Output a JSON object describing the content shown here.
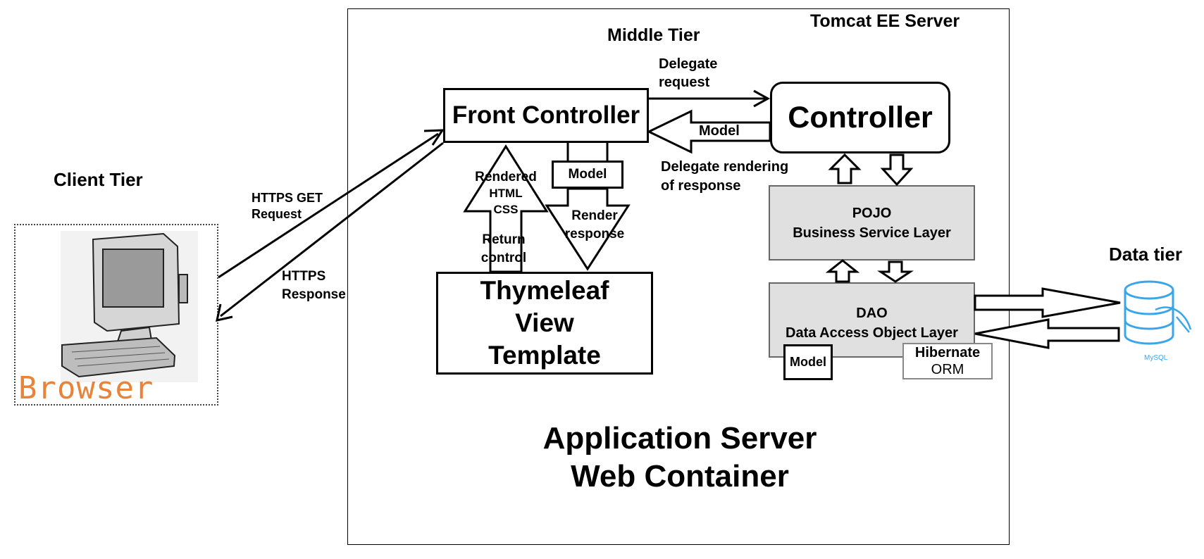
{
  "server": {
    "title": "Tomcat EE Server",
    "middle_tier_label": "Middle Tier",
    "bottom_line1": "Application Server",
    "bottom_line2": "Web Container"
  },
  "client": {
    "tier_label": "Client Tier",
    "browser_label": "Browser"
  },
  "data_tier": {
    "label": "Data tier",
    "db_label": "MySQL"
  },
  "front_controller": {
    "label": "Front Controller"
  },
  "controller": {
    "label": "Controller"
  },
  "thymeleaf": {
    "line1": "Thymeleaf",
    "line2": "View",
    "line3": "Template"
  },
  "pojo": {
    "line1": "POJO",
    "line2": "Business Service Layer"
  },
  "dao": {
    "line1": "DAO",
    "line2": "Data Access Object Layer"
  },
  "hibernate": {
    "line1": "Hibernate",
    "line2": "ORM"
  },
  "model_labels": {
    "controller_to_front": "Model",
    "front_to_view": "Model",
    "dao_model": "Model"
  },
  "arrows": {
    "https_get_line1": "HTTPS GET",
    "https_get_line2": "Request",
    "https_resp_line1": "HTTPS",
    "https_resp_line2": "Response",
    "delegate_request_line1": "Delegate",
    "delegate_request_line2": "request",
    "delegate_render_line1": "Delegate rendering",
    "delegate_render_line2": "of response",
    "rendered_line1": "Rendered",
    "rendered_line2": "HTML",
    "rendered_line3": "CSS",
    "return_line1": "Return",
    "return_line2": "control",
    "render_line1": "Render",
    "render_line2": "response"
  },
  "colors": {
    "layer_fill": "#e0e0e0",
    "browser_orange": "#e8843a",
    "mysql_blue": "#3aa6e8"
  }
}
